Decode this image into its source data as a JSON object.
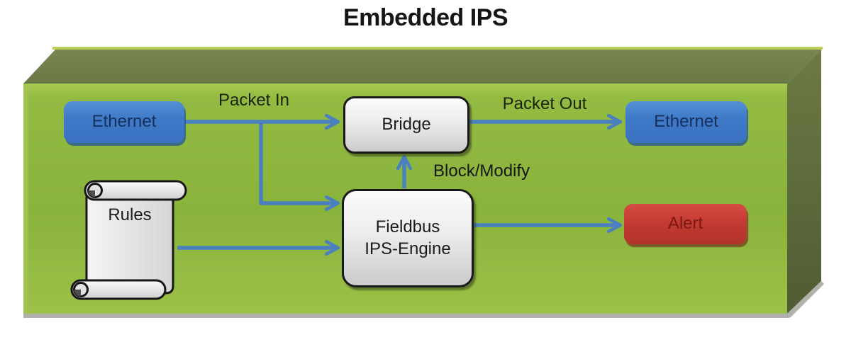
{
  "title": "Embedded IPS",
  "diagram": {
    "nodes": {
      "ethernet_left": {
        "label": "Ethernet"
      },
      "bridge": {
        "label": "Bridge"
      },
      "ethernet_right": {
        "label": "Ethernet"
      },
      "rules": {
        "label": "Rules"
      },
      "fieldbus": {
        "label_line1": "Fieldbus",
        "label_line2": "IPS-Engine"
      },
      "alert": {
        "label": "Alert"
      }
    },
    "edge_labels": {
      "packet_in": "Packet In",
      "packet_out": "Packet Out",
      "block_modify": "Block/Modify"
    },
    "colors": {
      "box_front_green": "#8fb840",
      "box_top_green": "#6f7e4b",
      "box_side_green": "#566339",
      "arrow_blue": "#4a80c0",
      "node_blue": "#3f7ac8",
      "node_gray": "#e8e8e8",
      "node_red": "#c33b32",
      "title_color": "#151515"
    }
  }
}
